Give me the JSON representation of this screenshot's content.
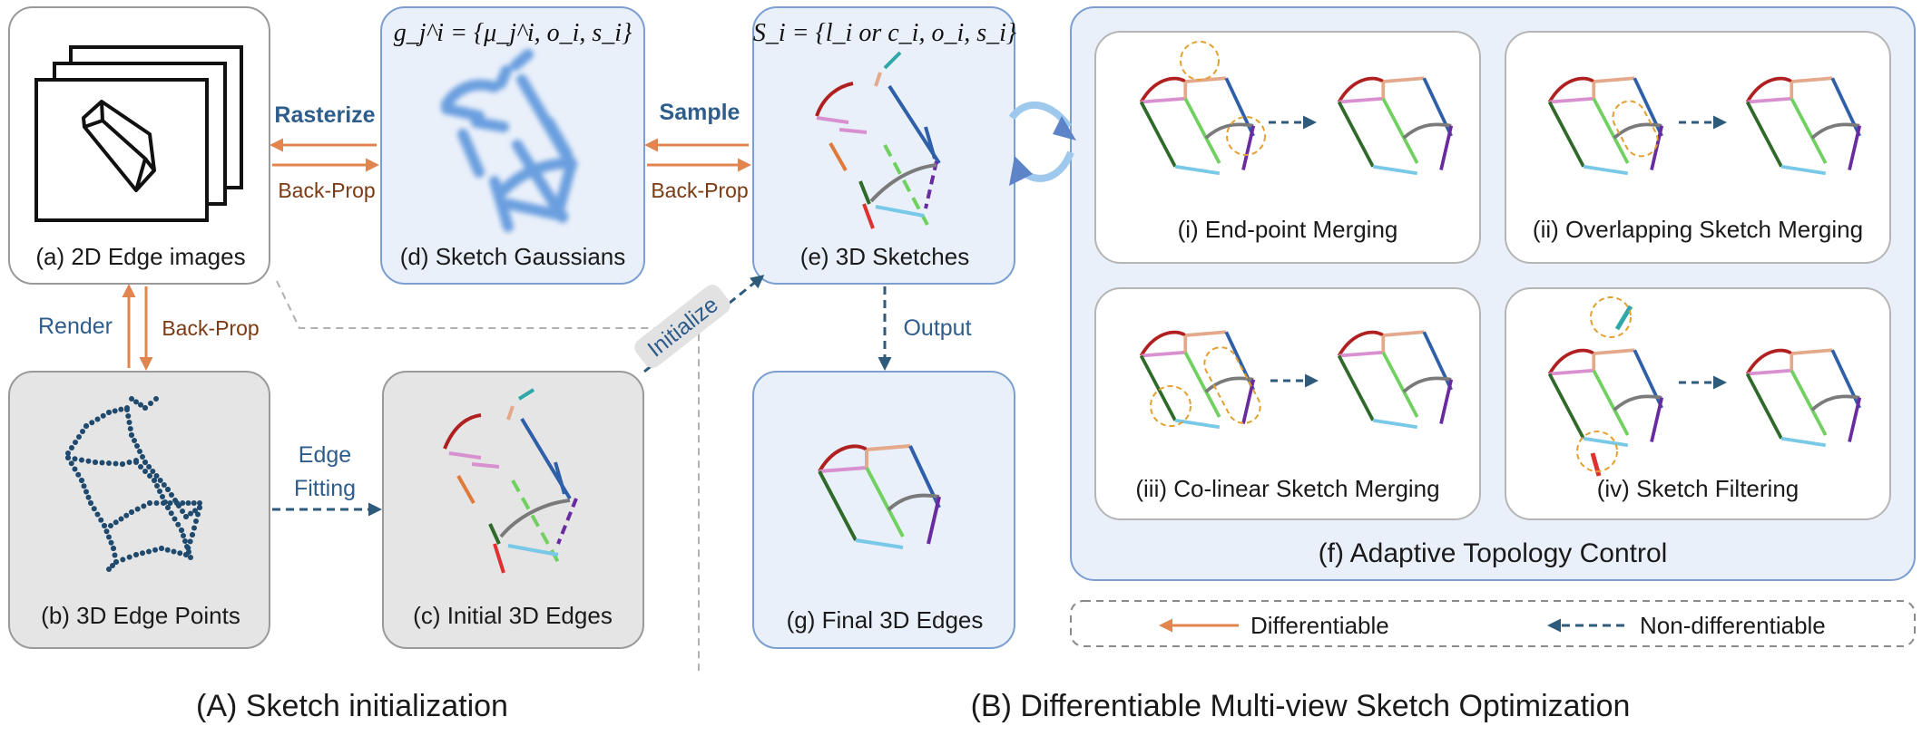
{
  "panels": {
    "a": "(a) 2D Edge images",
    "b": "(b) 3D Edge Points",
    "c": "(c) Initial 3D Edges",
    "d": "(d) Sketch Gaussians",
    "e": "(e) 3D Sketches",
    "f": "(f) Adaptive Topology Control",
    "g": "(g) Final 3D Edges"
  },
  "math": {
    "gaussian": "g_j^i = {μ_j^i, o_i, s_i}",
    "sketch": "S_i = {l_i or c_i, o_i, s_i}"
  },
  "arrows": {
    "rasterize": "Rasterize",
    "backprop": "Back-Prop",
    "sample": "Sample",
    "render": "Render",
    "edge_fitting_1": "Edge",
    "edge_fitting_2": "Fitting",
    "initialize": "Initialize",
    "output": "Output"
  },
  "operations": {
    "i": "(i) End-point Merging",
    "ii": "(ii) Overlapping Sketch Merging",
    "iii": "(iii) Co-linear Sketch Merging",
    "iv": "(iv) Sketch Filtering"
  },
  "legend": {
    "differentiable": "Differentiable",
    "non_differentiable": "Non-differentiable"
  },
  "sections": {
    "A": "(A) Sketch initialization",
    "B": "(B) Differentiable Multi-view Sketch Optimization"
  },
  "colors": {
    "orange_arrow": "#e08550",
    "dark_blue_arrow": "#2e5a7c",
    "panel_blue": "#eaf0fa",
    "panel_gray": "#e5e5e5"
  }
}
